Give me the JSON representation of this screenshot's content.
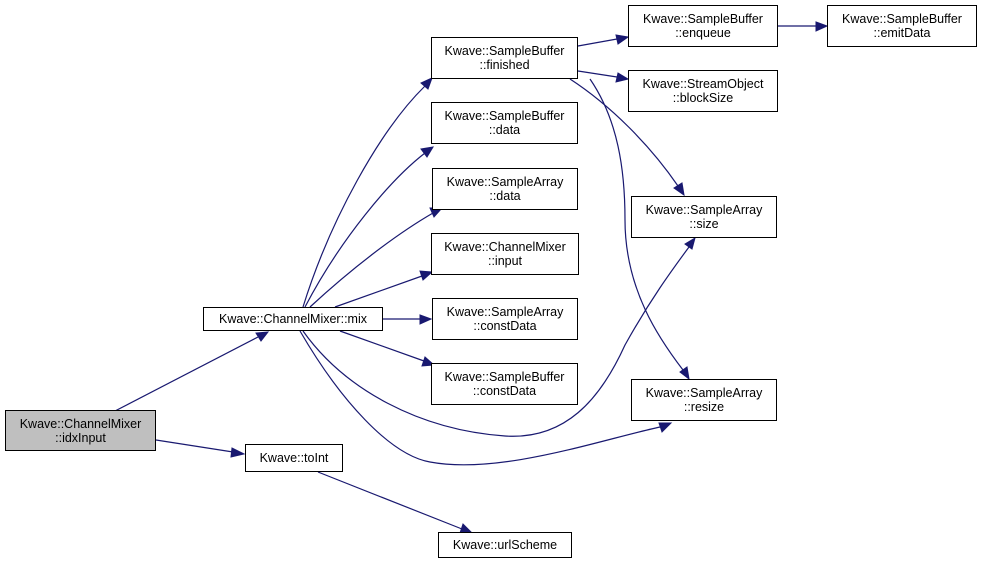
{
  "nodes": {
    "idx_input": {
      "line1": "Kwave::ChannelMixer",
      "line2": "::idxInput"
    },
    "mix": {
      "line1": "Kwave::ChannelMixer::mix",
      "line2": ""
    },
    "to_int": {
      "line1": "Kwave::toInt",
      "line2": ""
    },
    "url_scheme": {
      "line1": "Kwave::urlScheme",
      "line2": ""
    },
    "sb_finished": {
      "line1": "Kwave::SampleBuffer",
      "line2": "::finished"
    },
    "sb_data": {
      "line1": "Kwave::SampleBuffer",
      "line2": "::data"
    },
    "sa_data": {
      "line1": "Kwave::SampleArray",
      "line2": "::data"
    },
    "cm_input": {
      "line1": "Kwave::ChannelMixer",
      "line2": "::input"
    },
    "sa_const_data": {
      "line1": "Kwave::SampleArray",
      "line2": "::constData"
    },
    "sb_const_data": {
      "line1": "Kwave::SampleBuffer",
      "line2": "::constData"
    },
    "sb_enqueue": {
      "line1": "Kwave::SampleBuffer",
      "line2": "::enqueue"
    },
    "so_block_size": {
      "line1": "Kwave::StreamObject",
      "line2": "::blockSize"
    },
    "sa_size": {
      "line1": "Kwave::SampleArray",
      "line2": "::size"
    },
    "sa_resize": {
      "line1": "Kwave::SampleArray",
      "line2": "::resize"
    },
    "sb_emit_data": {
      "line1": "Kwave::SampleBuffer",
      "line2": "::emitData"
    }
  },
  "colors": {
    "edge": "#191970",
    "current_node_fill": "#bfbfbf",
    "node_border": "#000000"
  }
}
